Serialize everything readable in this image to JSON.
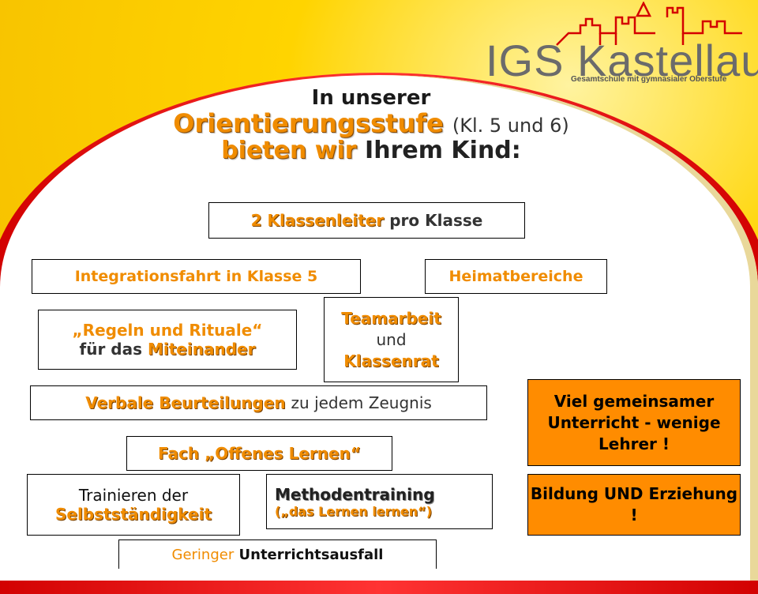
{
  "logo": {
    "title": "IGS Kastellaun",
    "subtitle": "Gesamtschule mit gymnasialer Oberstufe"
  },
  "heading": {
    "line1": "In unserer",
    "line2_highlight": "Orientierungsstufe",
    "line2_paren": "(Kl. 5 und 6)",
    "line3_highlight": "bieten wir",
    "line3_plain": "Ihrem Kind:"
  },
  "boxes": {
    "klassenleiter": {
      "highlight": "2 Klassenleiter",
      "plain": "pro Klasse"
    },
    "integration": {
      "text": "Integrationsfahrt in Klasse 5"
    },
    "heimat": {
      "text": "Heimatbereiche"
    },
    "regeln": {
      "line1": "„Regeln und Rituale“",
      "line2_plain": "für das",
      "line2_highlight": "Miteinander"
    },
    "teamarbeit": {
      "line1": "Teamarbeit",
      "line2": "und",
      "line3": "Klassenrat"
    },
    "verbale": {
      "highlight": "Verbale Beurteilungen",
      "plain": "zu jedem Zeugnis"
    },
    "viel": {
      "text": "Viel gemeinsamer Unterricht - wenige Lehrer !"
    },
    "fach": {
      "text": "Fach „Offenes Lernen“"
    },
    "trainieren": {
      "line1": "Trainieren der",
      "line2": "Selbstständigkeit"
    },
    "methoden": {
      "line1": "Methodentraining",
      "line2": "(„das Lernen lernen“)"
    },
    "bildung": {
      "text": "Bildung UND Erziehung !"
    },
    "geringer": {
      "highlight": "Geringer",
      "plain": "Unterrichtsausfall"
    }
  },
  "colors": {
    "background": "#ffd400",
    "accent_orange": "#f08c00",
    "highlight_box": "#ff8c00",
    "arch_edge": "#e00000"
  }
}
